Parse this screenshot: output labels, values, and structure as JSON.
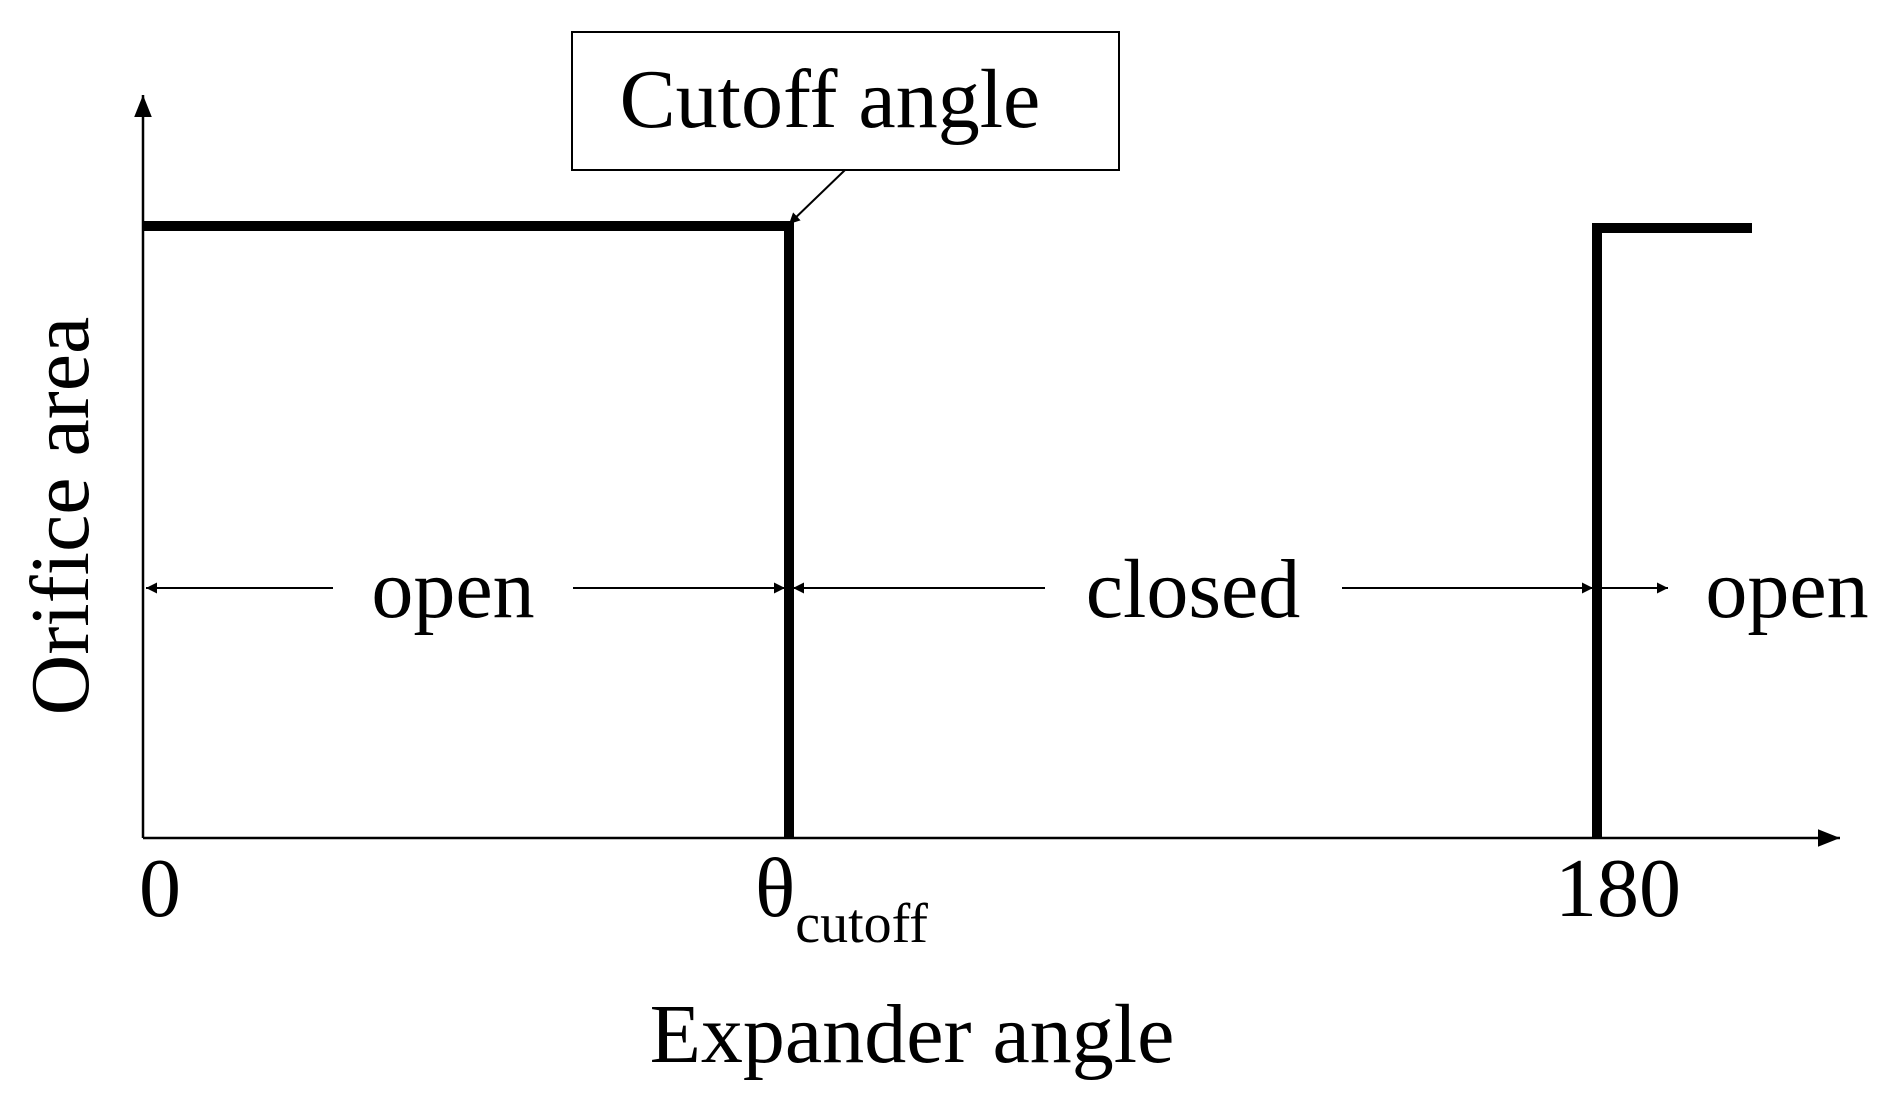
{
  "chart_data": {
    "type": "line",
    "xlabel": "Expander angle",
    "ylabel": "Orifice area",
    "x_ticks": [
      {
        "label": "0"
      },
      {
        "label": "θ",
        "subscript": "cutoff"
      },
      {
        "label": "180"
      }
    ],
    "callout": "Cutoff angle",
    "regions": [
      "open",
      "closed",
      "open"
    ],
    "colors": {
      "line": "#000000",
      "background": "#ffffff"
    }
  }
}
